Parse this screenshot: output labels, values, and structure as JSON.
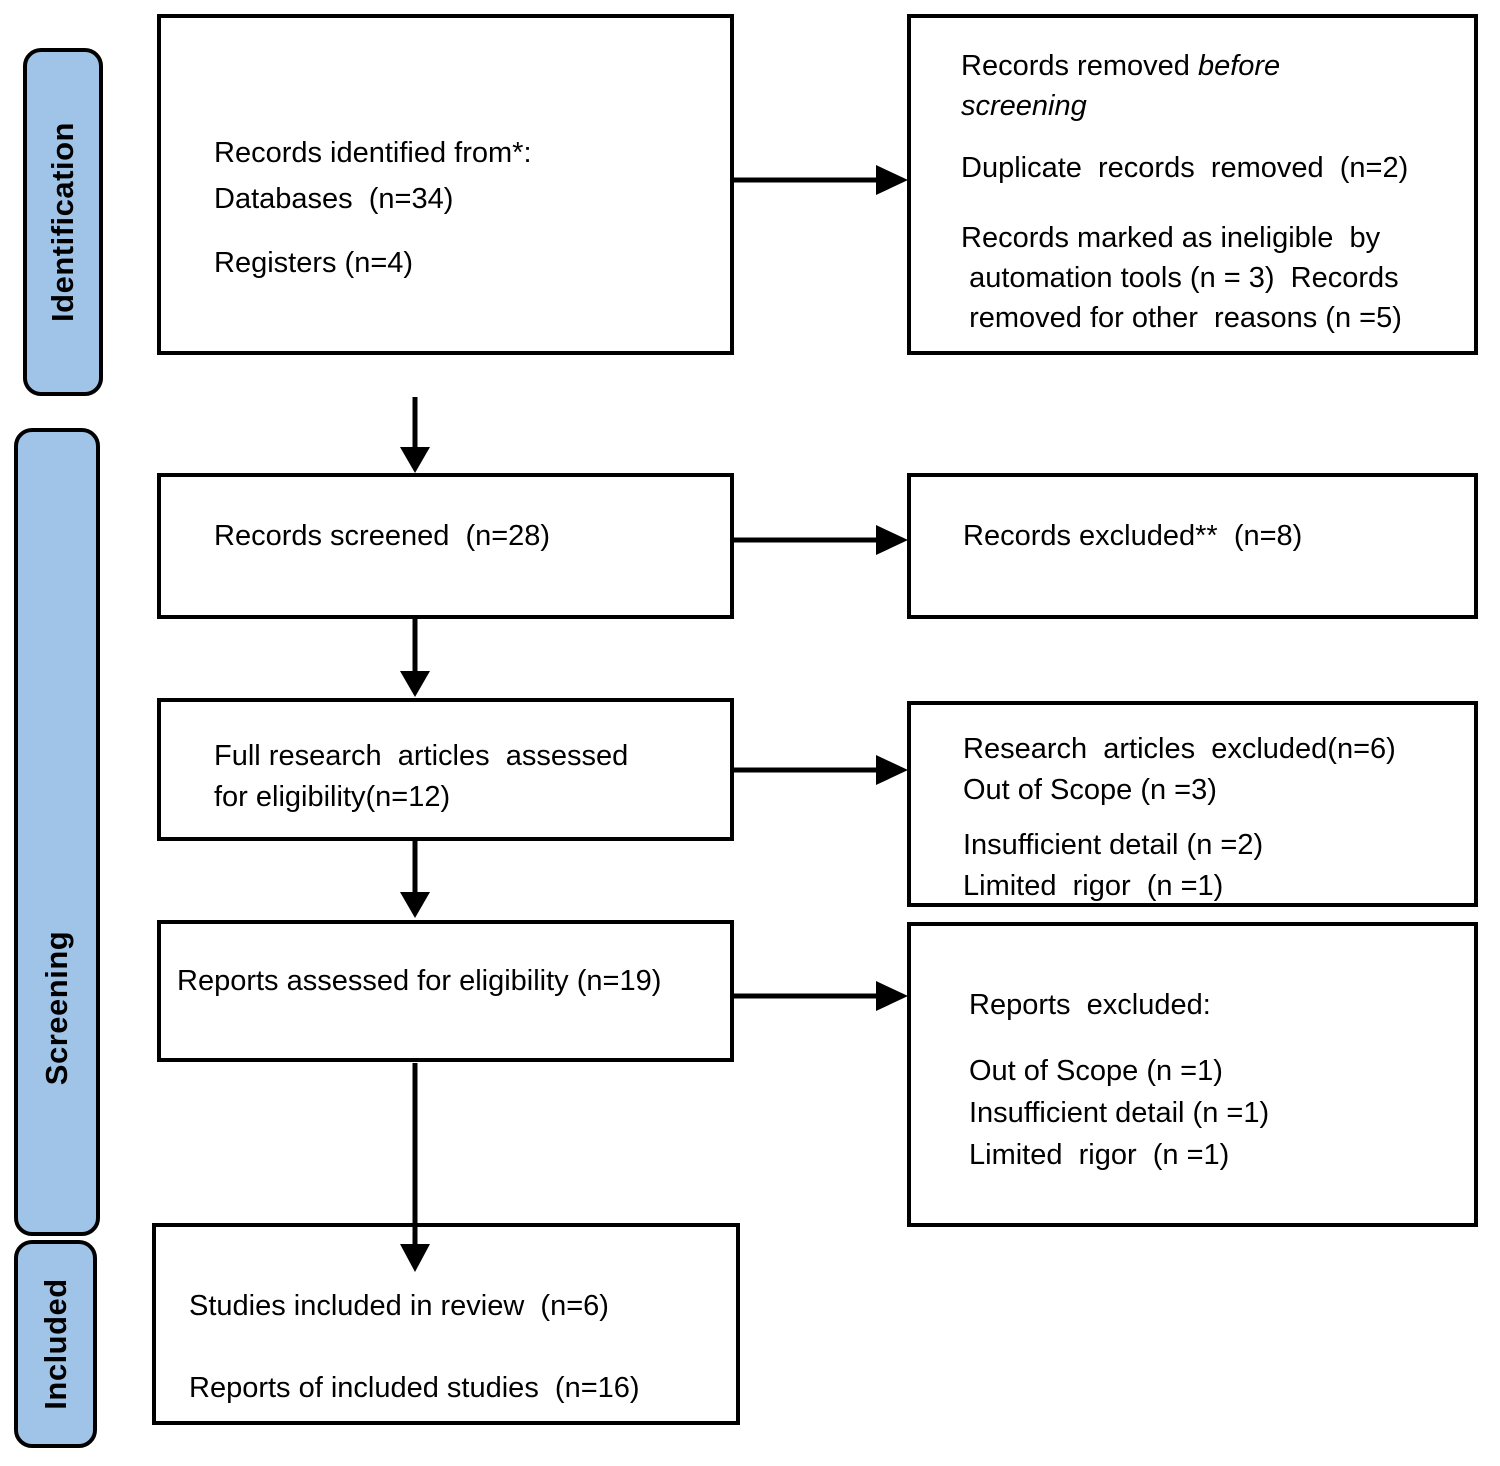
{
  "colors": {
    "stage_fill": "#A0C4E8",
    "stage_border": "#000000",
    "box_border": "#000000",
    "text": "#000000",
    "background": "#FFFFFF"
  },
  "stages": {
    "identification": "Identification",
    "screening": "Screening",
    "included": "Included"
  },
  "boxes": {
    "records_identified": {
      "lines": [
        "Records identified from*:",
        "Databases  (n=34)",
        "Registers (n=4)"
      ]
    },
    "records_removed": {
      "heading_regular": "Records removed ",
      "heading_italic_line1": "before",
      "heading_italic_line2": "screening",
      "lines": [
        "Duplicate  records  removed  (n=2)",
        "Records marked as ineligible  by",
        " automation tools (n = 3)  Records",
        " removed for other  reasons (n =5)"
      ]
    },
    "records_screened": {
      "lines": [
        "Records screened  (n=28)"
      ]
    },
    "records_excluded": {
      "lines": [
        "Records excluded**  (n=8)"
      ]
    },
    "fulltext_assessed": {
      "lines": [
        "Full research  articles  assessed",
        "for eligibility(n=12)"
      ]
    },
    "articles_excluded": {
      "lines": [
        "Research  articles  excluded(n=6)",
        "Out of Scope (n =3)",
        "Insufficient detail (n =2)",
        "Limited  rigor  (n =1)"
      ]
    },
    "reports_assessed": {
      "lines": [
        "Reports assessed for eligibility (n=19)"
      ]
    },
    "reports_excluded": {
      "lines": [
        "Reports  excluded:",
        "Out of Scope (n =1)",
        "Insufficient detail (n =1)",
        "Limited  rigor  (n =1)"
      ]
    },
    "studies_included": {
      "lines": [
        "Studies included in review  (n=6)",
        "Reports of included studies  (n=16)"
      ]
    }
  }
}
